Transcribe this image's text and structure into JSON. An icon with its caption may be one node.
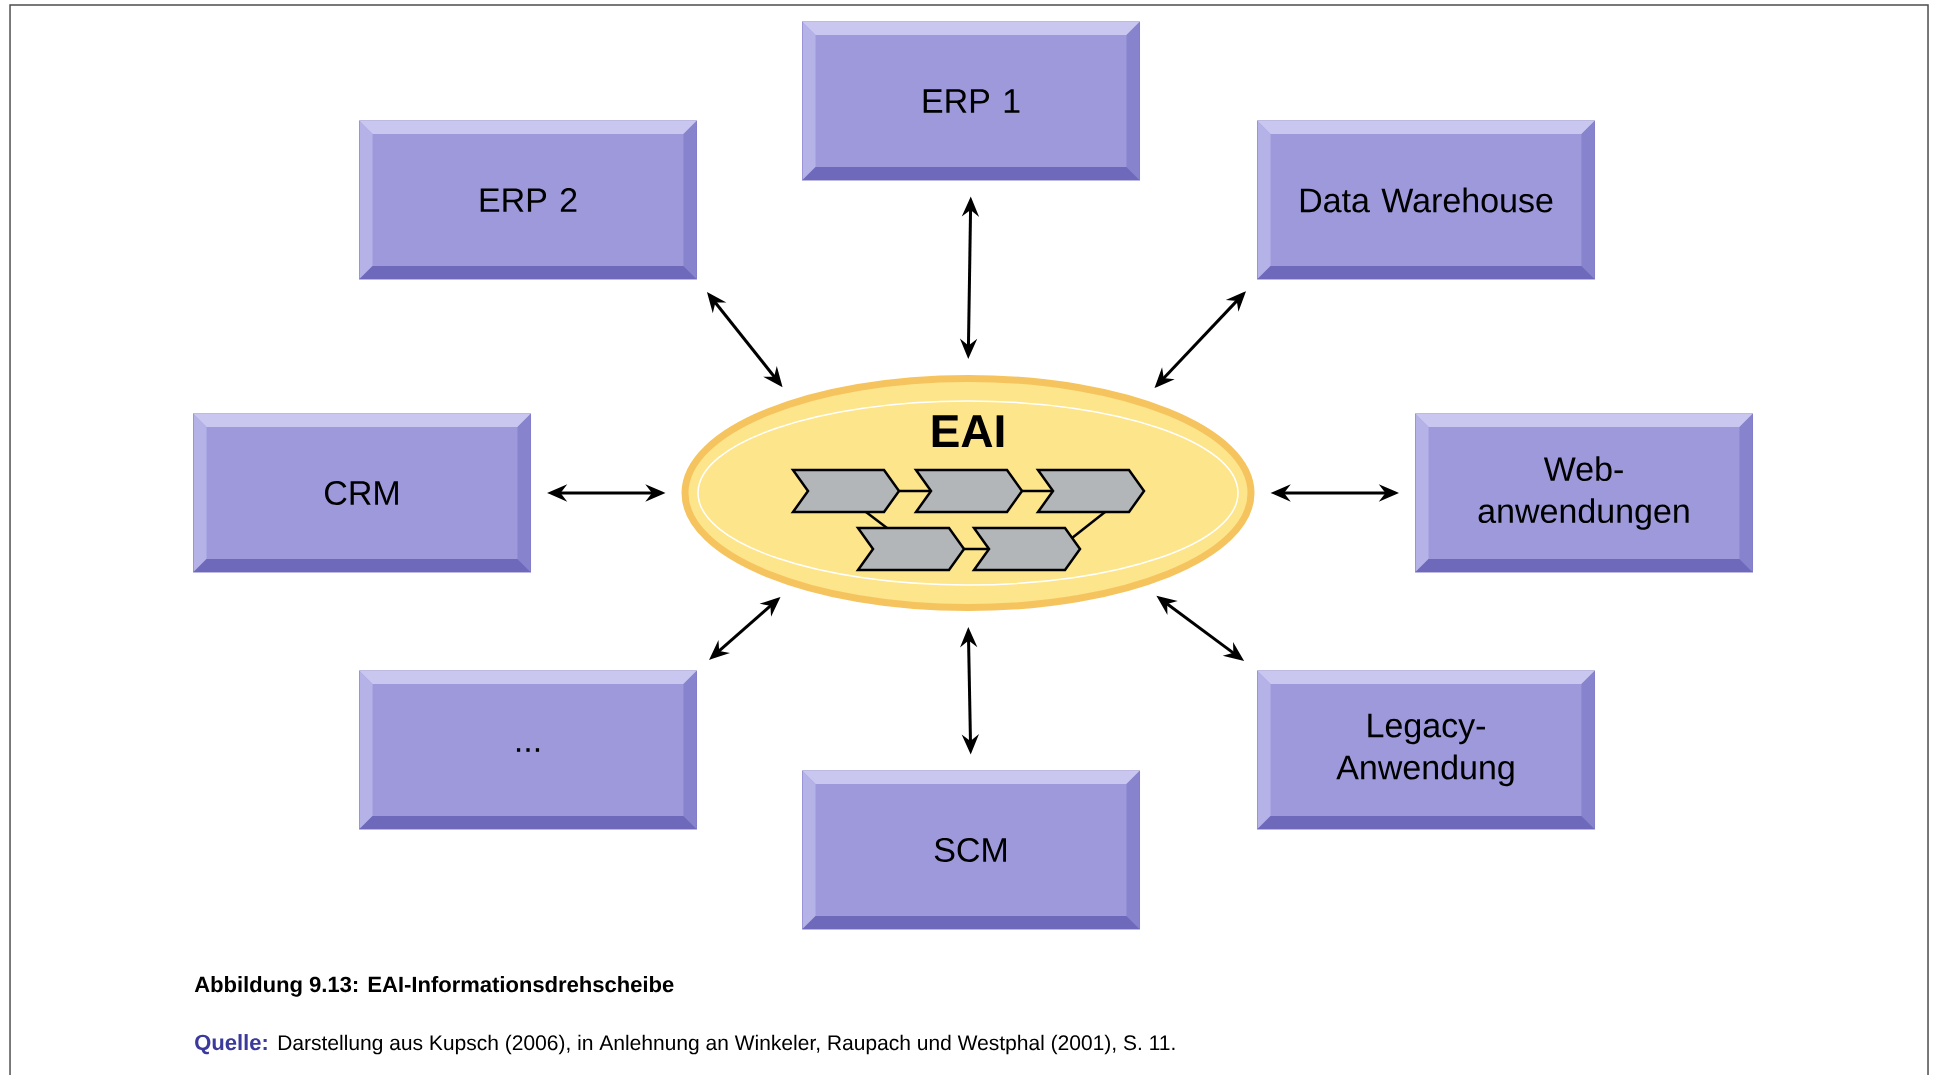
{
  "diagram": {
    "caption": "Abbildung 9.13: EAI-Informationsdrehscheibe",
    "nodes": [
      {
        "text": [
          "ERP 1"
        ]
      },
      {
        "text": [
          "ERP 2"
        ]
      },
      {
        "text": [
          "Data Warehouse"
        ]
      },
      {
        "text": [
          "EAI"
        ]
      },
      {
        "text": [
          "CRM"
        ]
      },
      {
        "text": [
          "Web- anwendungen"
        ]
      },
      {
        "text": [
          "..."
        ]
      },
      {
        "text": [
          "Legacy- Anwendung"
        ]
      },
      {
        "text": [
          "SCM"
        ]
      }
    ],
    "edges": [
      {
        "from": 3,
        "to": 0,
        "arrow": "both"
      },
      {
        "from": 3,
        "to": 1,
        "arrow": "both"
      },
      {
        "from": 3,
        "to": 2,
        "arrow": "both"
      },
      {
        "from": 3,
        "to": 4,
        "arrow": "both"
      },
      {
        "from": 3,
        "to": 5,
        "arrow": "both"
      },
      {
        "from": 3,
        "to": 6,
        "arrow": "both"
      },
      {
        "from": 3,
        "to": 7,
        "arrow": "both"
      },
      {
        "from": 3,
        "to": 8,
        "arrow": "both"
      }
    ],
    "labels": [
      "Quelle:",
      "Darstellung aus Kupsch (2006), in Anlehnung an Winkeler, Raupach und Westphal (2001), S. 11."
    ]
  }
}
